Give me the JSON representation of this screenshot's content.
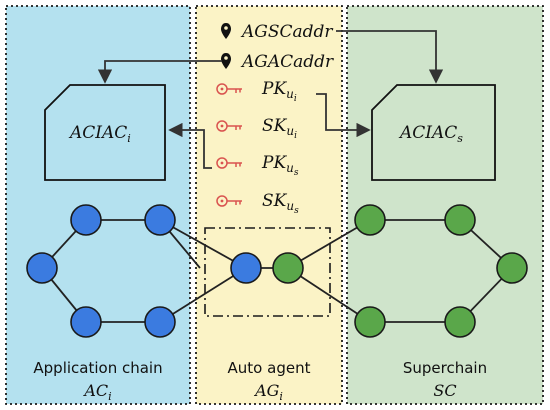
{
  "regions": {
    "left": {
      "title": "Application chain",
      "symbol": "AC",
      "sub": "i"
    },
    "middle": {
      "title": "Auto agent",
      "symbol": "AG",
      "sub": "i"
    },
    "right": {
      "title": "Superchain",
      "symbol": "SC",
      "sub": ""
    }
  },
  "addresses": [
    {
      "text": "AGSCaddr",
      "icon": "location-pin-icon"
    },
    {
      "text": "AGACaddr",
      "icon": "location-pin-icon"
    }
  ],
  "keys": [
    {
      "main": "PK",
      "sub": "u",
      "subsub": "i",
      "icon": "key-icon"
    },
    {
      "main": "SK",
      "sub": "u",
      "subsub": "i",
      "icon": "key-icon"
    },
    {
      "main": "PK",
      "sub": "u",
      "subsub": "s",
      "icon": "key-icon"
    },
    {
      "main": "SK",
      "sub": "u",
      "subsub": "s",
      "icon": "key-icon"
    }
  ],
  "contracts": {
    "left": {
      "main": "ACIAC",
      "sub": "i"
    },
    "right": {
      "main": "ACIAC",
      "sub": "s"
    }
  },
  "colors": {
    "left_bg": "#b4e1ef",
    "middle_bg": "#fbf3c6",
    "right_bg": "#cfe4cb",
    "blue_node": "#3b7be0",
    "green_node": "#5aa74a",
    "key_red": "#d9534f"
  }
}
